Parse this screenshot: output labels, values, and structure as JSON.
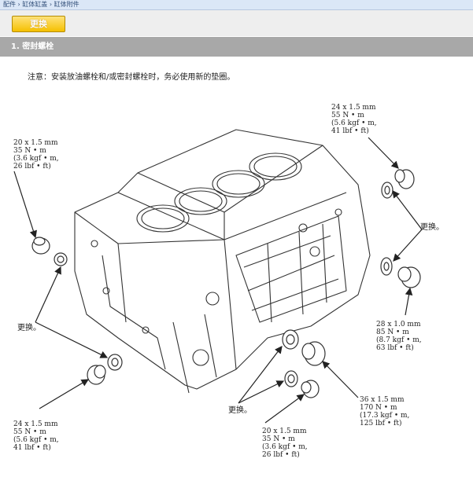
{
  "header": {
    "breadcrumb": "配件 › 缸体缸盖 › 缸体附件"
  },
  "toolbar": {
    "button_label": "更换"
  },
  "section": {
    "title": "1. 密封螺栓"
  },
  "note": "注意：安装放油螺栓和/或密封螺栓时，务必使用新的垫圈。",
  "callouts": {
    "top_left": [
      "20 x 1.5 mm",
      "35 N • m",
      "(3.6 kgf • m,",
      "26 lbf • ft)"
    ],
    "top_right": [
      "24 x 1.5 mm",
      "55 N • m",
      "(5.6 kgf • m,",
      "41 lbf • ft)"
    ],
    "right_mid": [
      "28 x 1.0 mm",
      "85 N • m",
      "(8.7 kgf • m,",
      "63 lbf • ft)"
    ],
    "bottom_right": [
      "36 x 1.5 mm",
      "170 N • m",
      "(17.3 kgf • m,",
      "125 lbf • ft)"
    ],
    "bottom_center": [
      "20 x 1.5 mm",
      "35 N • m",
      "(3.6 kgf • m,",
      "26 lbf • ft)"
    ],
    "bottom_left": [
      "24 x 1.5 mm",
      "55 N • m",
      "(5.6 kgf • m,",
      "41 lbf • ft)"
    ]
  },
  "replace_labels": {
    "right": "更换。",
    "left": "更换。",
    "bottom": "更换。"
  }
}
